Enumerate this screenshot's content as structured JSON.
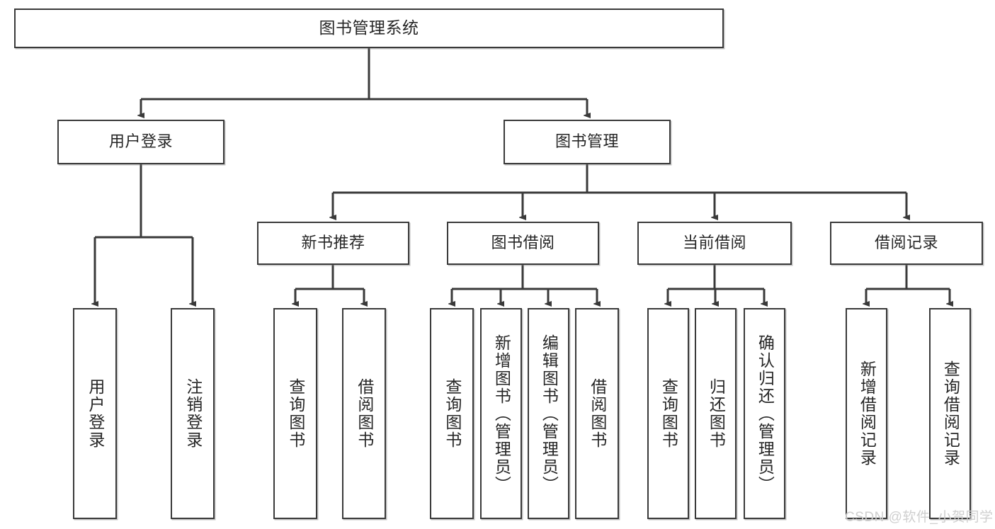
{
  "diagram": {
    "title": "图书管理系统",
    "type": "hierarchy-tree",
    "watermark": "CSDN @软件_小贺同学",
    "colors": {
      "box_border": "#3a3a3a",
      "box_fill": "#ffffff",
      "connector": "#3a3a3a",
      "text": "#262626",
      "watermark": "#cfcfcf"
    },
    "nodes": {
      "root": {
        "label": "图书管理系统",
        "level": 1
      },
      "level2": [
        {
          "id": "user-login",
          "label": "用户登录"
        },
        {
          "id": "book-manage",
          "label": "图书管理"
        }
      ],
      "level3": [
        {
          "id": "new-book-recommend",
          "label": "新书推荐"
        },
        {
          "id": "book-borrow",
          "label": "图书借阅"
        },
        {
          "id": "current-borrow",
          "label": "当前借阅"
        },
        {
          "id": "borrow-record",
          "label": "借阅记录"
        }
      ],
      "leaves": {
        "user-login": [
          {
            "id": "leaf-user-login",
            "label": "用户登录"
          },
          {
            "id": "leaf-user-logout",
            "label": "注销登录"
          }
        ],
        "new-book-recommend": [
          {
            "id": "leaf-query-book-1",
            "label": "查询图书"
          },
          {
            "id": "leaf-borrow-book-1",
            "label": "借阅图书"
          }
        ],
        "book-borrow": [
          {
            "id": "leaf-query-book-2",
            "label": "查询图书"
          },
          {
            "id": "leaf-add-book",
            "label": "新增图书（管理员）"
          },
          {
            "id": "leaf-edit-book",
            "label": "编辑图书（管理员）"
          },
          {
            "id": "leaf-borrow-book-2",
            "label": "借阅图书"
          }
        ],
        "current-borrow": [
          {
            "id": "leaf-query-book-3",
            "label": "查询图书"
          },
          {
            "id": "leaf-return-book",
            "label": "归还图书"
          },
          {
            "id": "leaf-confirm-return",
            "label": "确认归还（管理员）"
          }
        ],
        "borrow-record": [
          {
            "id": "leaf-add-record",
            "label": "新增借阅记录"
          },
          {
            "id": "leaf-query-record",
            "label": "查询借阅记录"
          }
        ]
      }
    }
  }
}
